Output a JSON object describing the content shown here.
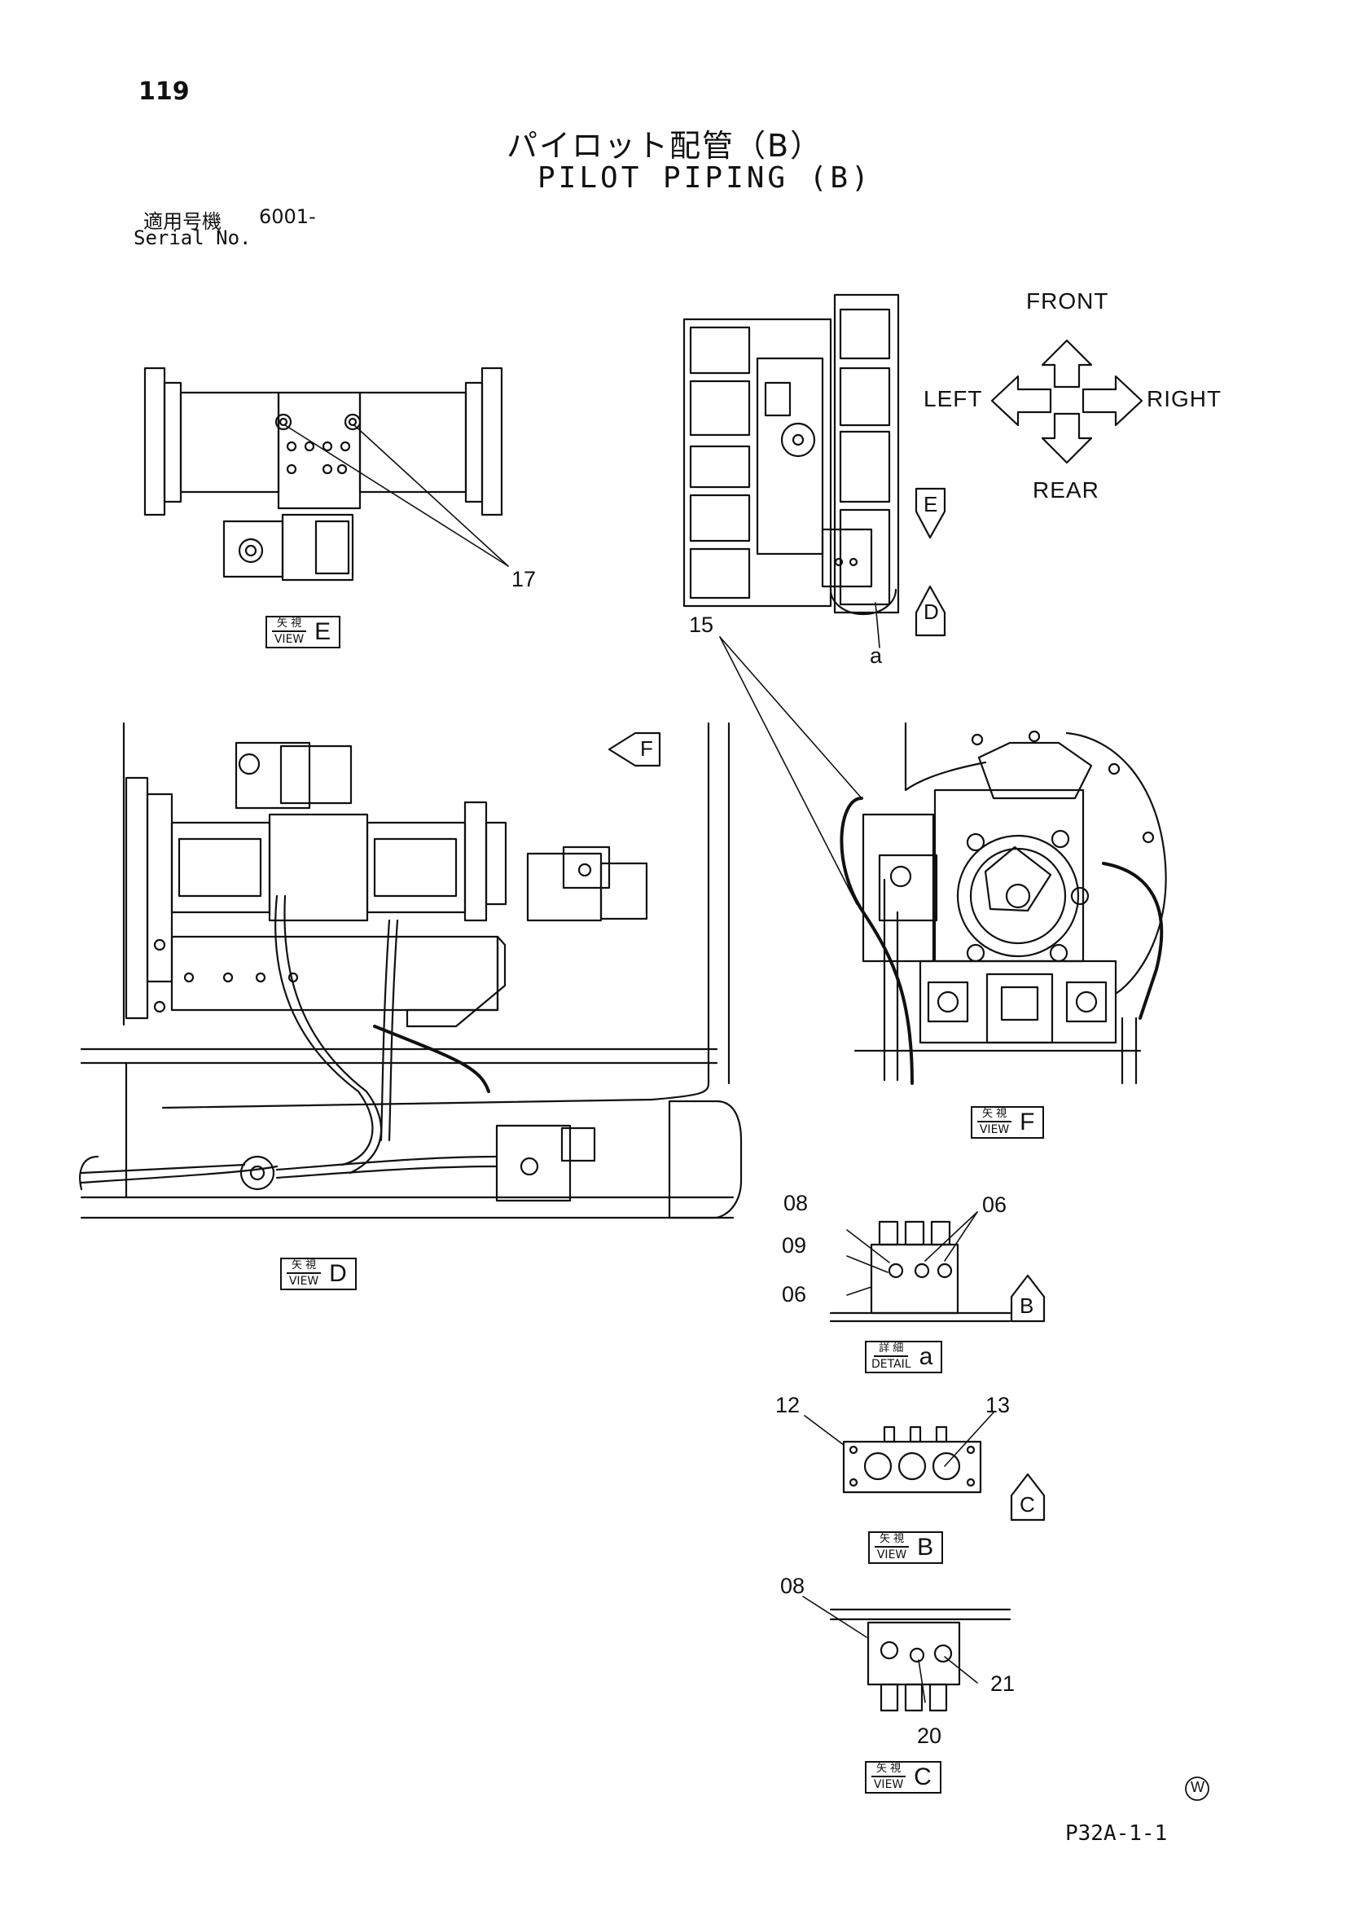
{
  "header": {
    "page_number": "119",
    "title_jp": "パイロット配管（B）",
    "title_en": "PILOT PIPING (B)",
    "serial_label_jp": "適用号機",
    "serial_label_en": "Serial No.",
    "serial_value": "6001-"
  },
  "orientation": {
    "front": "FRONT",
    "rear": "REAR",
    "left": "LEFT",
    "right": "RIGHT"
  },
  "views": {
    "view_e": {
      "jp": "矢 視",
      "en": "VIEW",
      "letter": "E"
    },
    "view_d": {
      "jp": "矢 視",
      "en": "VIEW",
      "letter": "D"
    },
    "view_f": {
      "jp": "矢 視",
      "en": "VIEW",
      "letter": "F"
    },
    "detail_a": {
      "jp": "詳 細",
      "en": "DETAIL",
      "letter": "a"
    },
    "view_b": {
      "jp": "矢 視",
      "en": "VIEW",
      "letter": "B"
    },
    "view_c": {
      "jp": "矢 視",
      "en": "VIEW",
      "letter": "C"
    }
  },
  "arrow_markers": {
    "e": "E",
    "d": "D",
    "f": "F",
    "b": "B",
    "c": "C"
  },
  "callouts": {
    "c17": "17",
    "c15": "15",
    "a": "a",
    "c08_top": "08",
    "c09": "09",
    "c06_left": "06",
    "c06_right": "06",
    "c12": "12",
    "c13": "13",
    "c08_bottom": "08",
    "c21": "21",
    "c20": "20"
  },
  "footer": {
    "page_code": "P32A-1-1",
    "mark": "W"
  }
}
